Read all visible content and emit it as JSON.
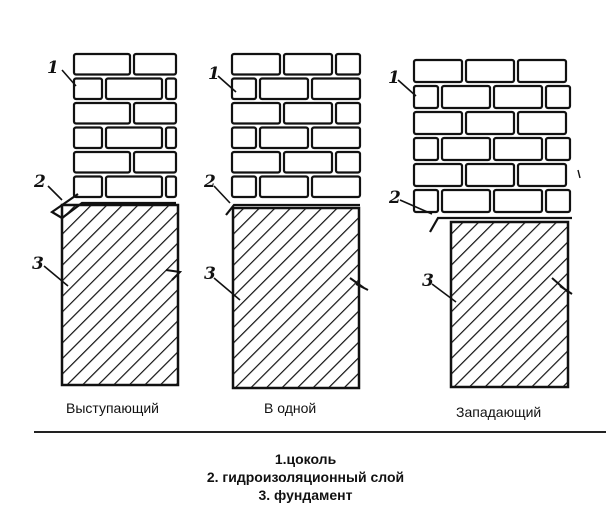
{
  "variants": [
    {
      "caption": "Выступающий",
      "num1": "1",
      "num2": "2",
      "num3": "3"
    },
    {
      "caption": "В одной",
      "num1": "1",
      "num2": "2",
      "num3": "3"
    },
    {
      "caption": "Западающий",
      "num1": "1",
      "num2": "2",
      "num3": "3"
    }
  ],
  "legend": {
    "item1": "1.цоколь",
    "item2": "2. гидроизоляционный слой",
    "item3": "3. фундамент"
  },
  "colors": {
    "ink": "#111111",
    "paper": "#ffffff"
  }
}
